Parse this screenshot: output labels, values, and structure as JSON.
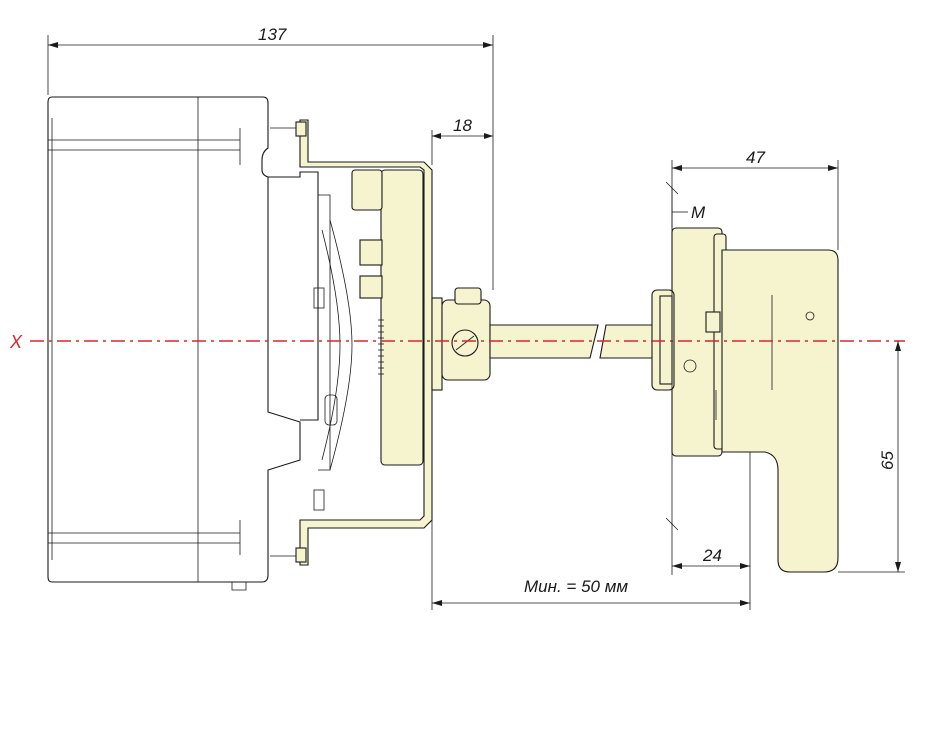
{
  "dimensions": {
    "overall_length": "137",
    "bracket_depth": "18",
    "handle_width": "47",
    "mount_marker": "M",
    "handle_base": "24",
    "axis_to_handle_end": "65",
    "min_distance": "Мин. = 50 мм"
  },
  "axis": {
    "label": "X",
    "color": "#d9262c"
  },
  "colors": {
    "part_fill": "#f6f3cf",
    "outline": "#1a1a1a"
  }
}
